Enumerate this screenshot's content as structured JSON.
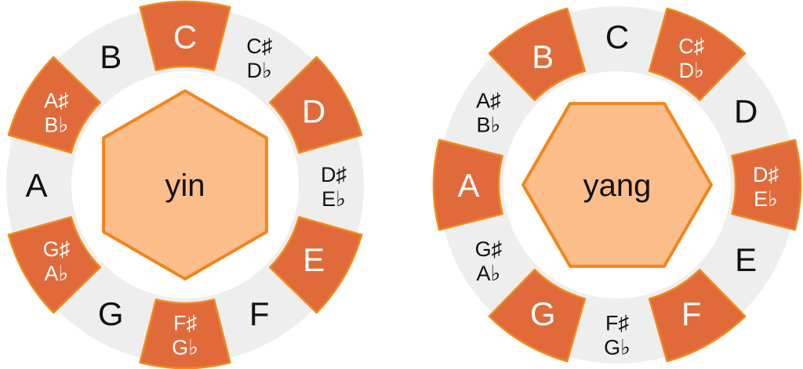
{
  "colors": {
    "ring_background": "#eeeeee",
    "highlight_fill": "#e06a3a",
    "highlight_stroke": "#f08a1c",
    "hex_fill": "#fbbd8a",
    "hex_stroke": "#f0861c",
    "text_on_highlight": "#ffffff",
    "text_default": "#111111"
  },
  "wheels": [
    {
      "id": "yin",
      "center_label": "yin",
      "notes": [
        {
          "line1": "C",
          "line2": "",
          "highlighted": true
        },
        {
          "line1": "C♯",
          "line2": "D♭",
          "highlighted": false
        },
        {
          "line1": "D",
          "line2": "",
          "highlighted": true
        },
        {
          "line1": "D♯",
          "line2": "E♭",
          "highlighted": false
        },
        {
          "line1": "E",
          "line2": "",
          "highlighted": true
        },
        {
          "line1": "F",
          "line2": "",
          "highlighted": false
        },
        {
          "line1": "F♯",
          "line2": "G♭",
          "highlighted": true
        },
        {
          "line1": "G",
          "line2": "",
          "highlighted": false
        },
        {
          "line1": "G♯",
          "line2": "A♭",
          "highlighted": true
        },
        {
          "line1": "A",
          "line2": "",
          "highlighted": false
        },
        {
          "line1": "A♯",
          "line2": "B♭",
          "highlighted": true
        },
        {
          "line1": "B",
          "line2": "",
          "highlighted": false
        }
      ]
    },
    {
      "id": "yang",
      "center_label": "yang",
      "notes": [
        {
          "line1": "C",
          "line2": "",
          "highlighted": false
        },
        {
          "line1": "C♯",
          "line2": "D♭",
          "highlighted": true
        },
        {
          "line1": "D",
          "line2": "",
          "highlighted": false
        },
        {
          "line1": "D♯",
          "line2": "E♭",
          "highlighted": true
        },
        {
          "line1": "E",
          "line2": "",
          "highlighted": false
        },
        {
          "line1": "F",
          "line2": "",
          "highlighted": true
        },
        {
          "line1": "F♯",
          "line2": "G♭",
          "highlighted": false
        },
        {
          "line1": "G",
          "line2": "",
          "highlighted": true
        },
        {
          "line1": "G♯",
          "line2": "A♭",
          "highlighted": false
        },
        {
          "line1": "A",
          "line2": "",
          "highlighted": true
        },
        {
          "line1": "A♯",
          "line2": "B♭",
          "highlighted": false
        },
        {
          "line1": "B",
          "line2": "",
          "highlighted": true
        }
      ]
    }
  ]
}
